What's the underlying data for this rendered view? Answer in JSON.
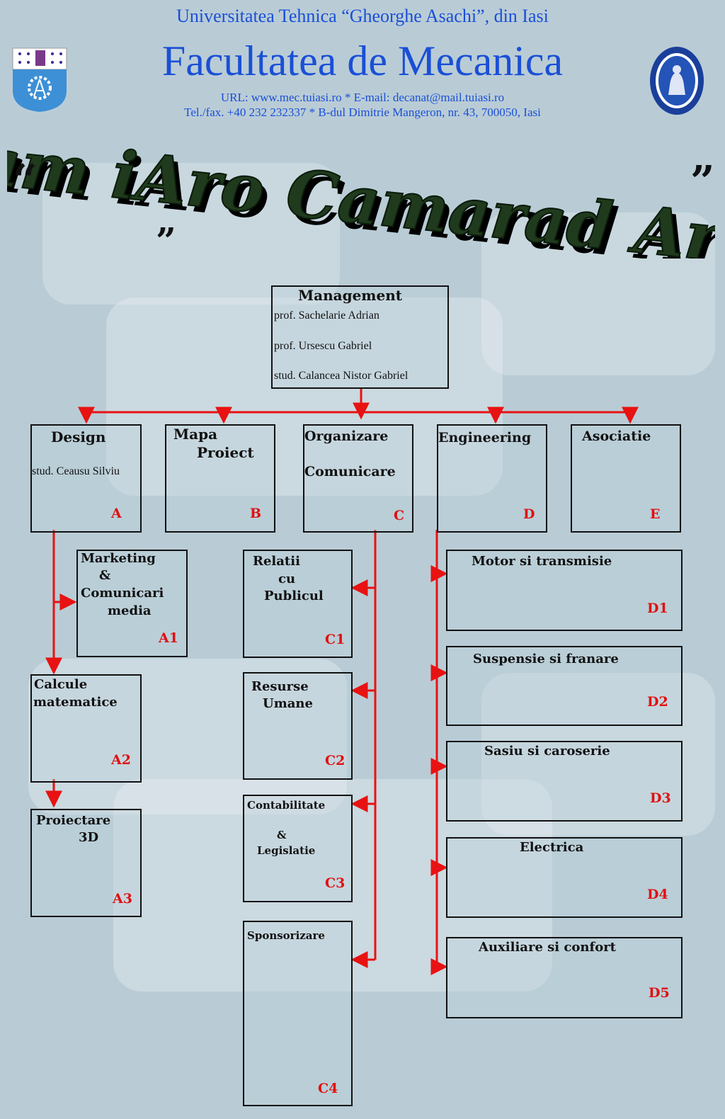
{
  "header": {
    "university": "Universitatea Tehnica “Gheorghe Asachi”, din Iasi",
    "faculty": "Facultatea de Mecanica",
    "contact_line": "URL: www.mec.tuiasi.ro   *    E-mail: decanat@mail.tuiasi.ro",
    "address_line": "Tel./fax. +40 232 232337  * B-dul Dimitrie Mangeron, nr. 43, 700050, Iasi"
  },
  "banner": {
    "title": "Team iAro Camarad Army",
    "open_quote": "“",
    "close_quote": "”"
  },
  "management": {
    "title": "Management",
    "members": [
      "prof. Sachelarie Adrian",
      "prof. Ursescu Gabriel",
      "stud. Calancea Nistor Gabriel"
    ]
  },
  "departments": {
    "design": {
      "line1": "Design",
      "person": "stud. Ceausu Silviu",
      "code": "A"
    },
    "mapa": {
      "line1": "Mapa",
      "line2": "Proiect",
      "code": "B"
    },
    "organizare": {
      "line1": "Organizare",
      "line2": "Comunicare",
      "code": "C"
    },
    "engineering": {
      "line1": "Engineering",
      "code": "D"
    },
    "asociatie": {
      "line1": "Asociatie",
      "code": "E"
    }
  },
  "sub_a": {
    "a1": {
      "lines": [
        "Marketing",
        "&",
        "Comunicari",
        "media"
      ],
      "code": "A1"
    },
    "a2": {
      "lines": [
        "Calcule",
        "matematice"
      ],
      "code": "A2"
    },
    "a3": {
      "lines": [
        "Proiectare",
        "3D"
      ],
      "code": "A3"
    }
  },
  "sub_c": {
    "c1": {
      "lines": [
        "Relatii",
        "cu",
        "Publicul"
      ],
      "code": "C1"
    },
    "c2": {
      "lines": [
        "Resurse",
        "Umane"
      ],
      "code": "C2"
    },
    "c3": {
      "lines": [
        "Contabilitate",
        "&",
        "Legislatie"
      ],
      "code": "C3"
    },
    "c4": {
      "lines": [
        "Sponsorizare"
      ],
      "code": "C4"
    }
  },
  "sub_d": {
    "d1": {
      "title": "Motor si transmisie",
      "code": "D1"
    },
    "d2": {
      "title": "Suspensie si  franare",
      "code": "D2"
    },
    "d3": {
      "title": "Sasiu si caroserie",
      "code": "D3"
    },
    "d4": {
      "title": "Electrica",
      "code": "D4"
    },
    "d5": {
      "title": "Auxiliare si confort",
      "code": "D5"
    }
  },
  "colors": {
    "connector": "#e81212",
    "header_blue": "#1a4fd6",
    "code_red": "#e01010",
    "banner_green": "#1f3a1c"
  }
}
